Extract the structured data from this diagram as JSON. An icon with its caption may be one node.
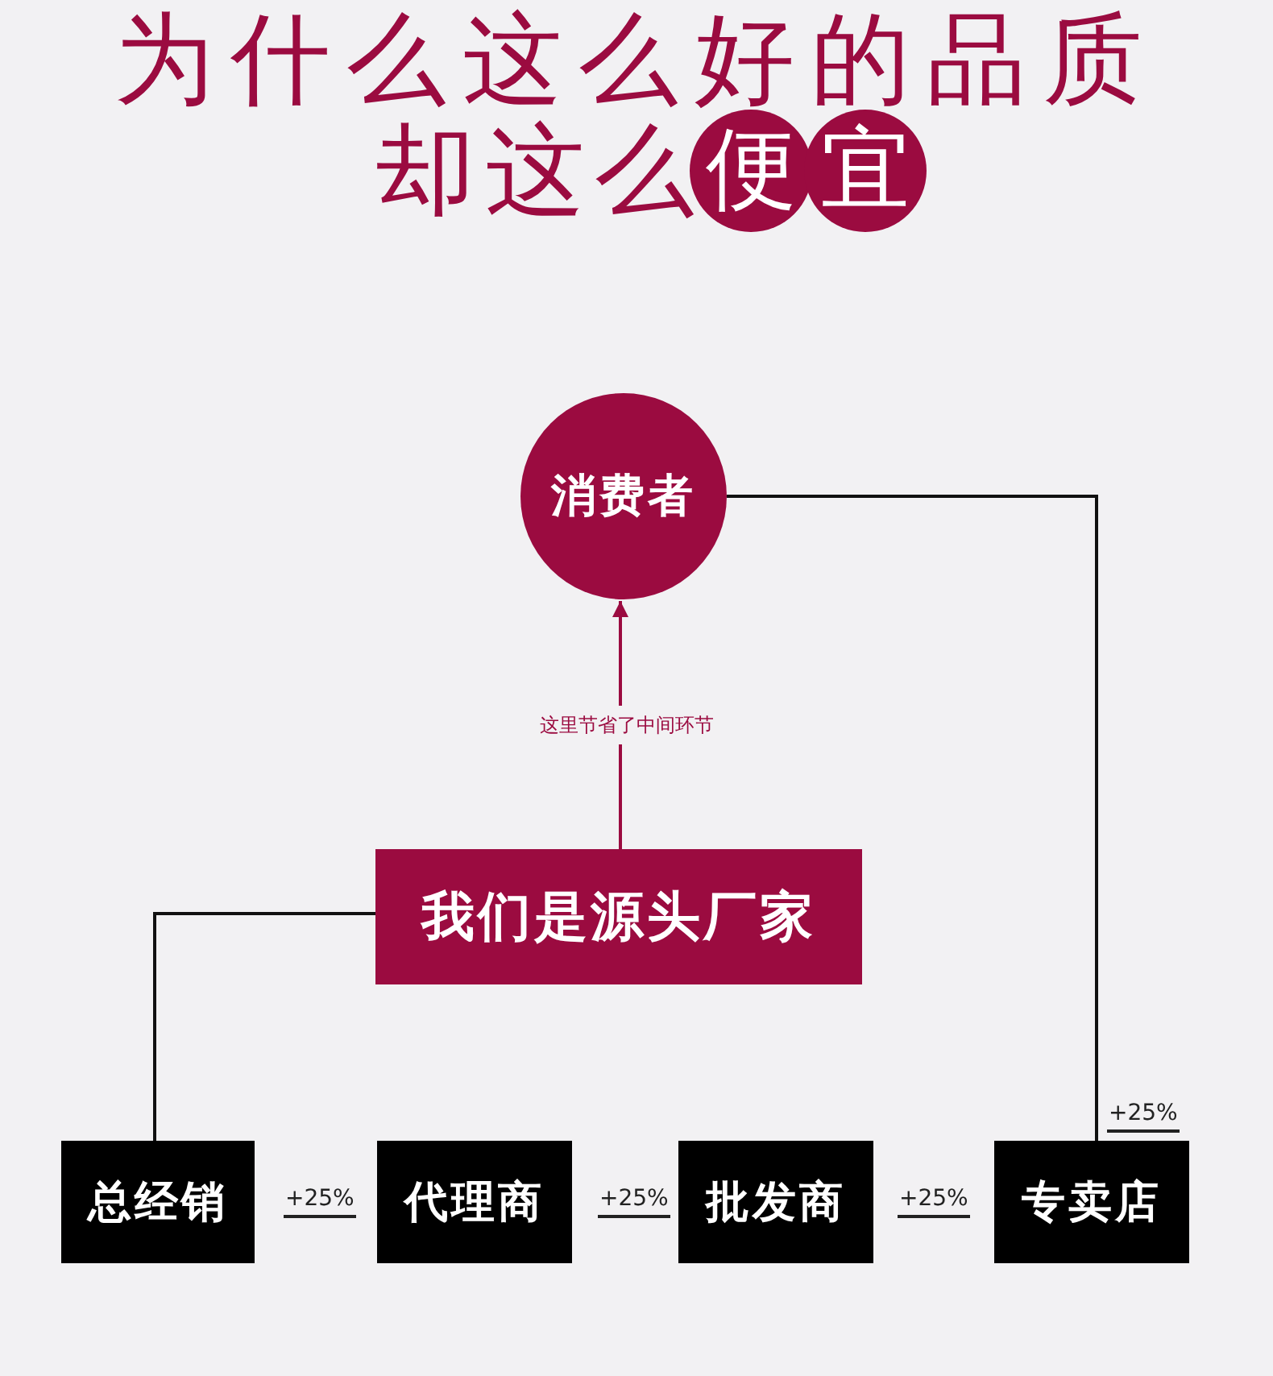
{
  "diagram": {
    "title": "为什么这么好的品质",
    "nodes": [
      {
        "text": [
          "便"
        ]
      },
      {
        "text": [
          "宜"
        ]
      },
      {
        "text": [
          "消费者"
        ]
      },
      {
        "text": [
          "我们是源头厂家"
        ]
      },
      {
        "text": [
          "总经销"
        ]
      },
      {
        "text": [
          "代理商"
        ]
      },
      {
        "text": [
          "批发商"
        ]
      },
      {
        "text": [
          "专卖店"
        ]
      }
    ],
    "edges": [
      {
        "from": 3,
        "to": 2,
        "arrow": "to",
        "label": "这里节省了中间环节",
        "color": "#9b0b40"
      },
      {
        "from": 3,
        "to": 4,
        "arrow": "none"
      },
      {
        "from": 7,
        "to": 2,
        "arrow": "none"
      }
    ],
    "labels": [
      "却这么",
      "+25%",
      "+25%",
      "+25%",
      "+25%"
    ]
  }
}
